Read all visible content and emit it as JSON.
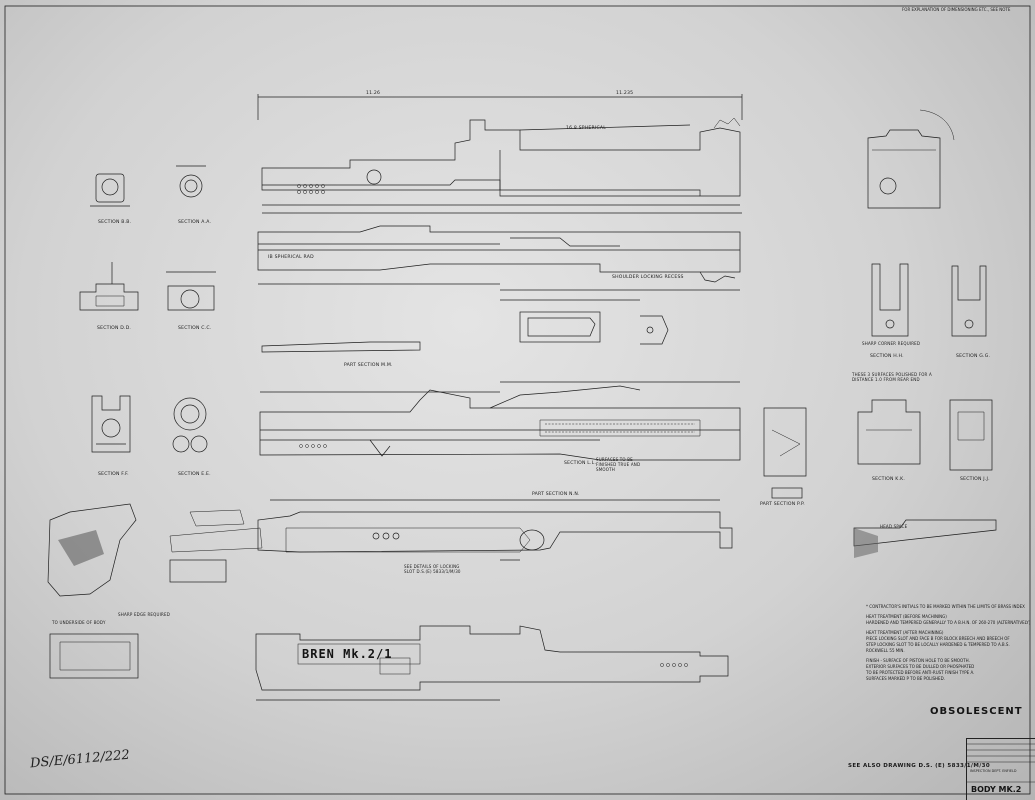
{
  "sheet": {
    "top_note": "FOR EXPLANATION OF DIMENSIONING ETC., SEE NOTE",
    "obsolete_stamp": "OBSOLESCENT",
    "see_also": "SEE ALSO DRAWING  D.S. (E) 5833/1/M/30",
    "handwritten_ref": "DS/E/6112/222",
    "engraving": "BREN Mk.2/1",
    "title_block": {
      "firm": "INSPECTION DEPT.  ENFIELD",
      "part_name": "BODY MK.2"
    }
  },
  "sections": {
    "bb": "SECTION B.B.",
    "aa": "SECTION A.A.",
    "dd": "SECTION D.D.",
    "cc": "SECTION C.C.",
    "ff": "SECTION F.F.",
    "ee": "SECTION E.E.",
    "hh": "SECTION H.H.",
    "gg": "SECTION G.G.",
    "kk": "SECTION K.K.",
    "jj": "SECTION J.J.",
    "ll": "SECTION L.L.",
    "mm": "PART SECTION M.M.",
    "nn": "PART SECTION N.N.",
    "pp": "PART SECTION P.P."
  },
  "annotations": {
    "sharp_corner": "SHARP CORNER REQUIRED",
    "sharp_edge": "SHARP EDGE REQUIRED",
    "underside": "TO UNDERSIDE OF BODY",
    "surfaces_smooth": "SURFACES TO BE FINISHED TRUE AND SMOOTH",
    "polished": "THESE 3 SURFACES POLISHED FOR A DISTANCE 1.0 FROM REAR END",
    "head_space": "HEAD SPACE",
    "spherical_1": "16.8 SPHERICAL",
    "spherical_2": "IB SPHERICAL RAD",
    "locking_recess": "SHOULDER LOCKING RECESS",
    "see_details": "SEE DETAILS OF LOCKING SLOT D.S.(E) 5833/1/M/30",
    "dim_top_1": "11.26",
    "dim_top_2": "11.235"
  },
  "notes": [
    "* CONTRACTOR'S INITIALS TO BE MARKED WITHIN THE LIMITS OF BRASS INDEX",
    "HEAT TREATMENT (BEFORE MACHINING)",
    "HARDENED AND TEMPERED GENERALLY TO A B.H.N. OF 260-270 (ALTERNATIVELY)",
    "HEAT TREATMENT (AFTER MACHINING)",
    "PIECE LOCKING SLOT AND FACE B FOR BLOCK BREECH AND BREECH OF",
    "STEP LOCKING SLOT TO BE LOCALLY HARDENED & TEMPERED TO A.B.S.",
    "ROCKWELL 55 MIN.",
    "FINISH - SURFACE OF PISTON HOLE TO BE SMOOTH.",
    "EXTERIOR SURFACES TO BE DULLED OR PHOSPHATED",
    "TO BE PROTECTED BEFORE ANTI-RUST FINISH TYPE A.",
    "SURFACES MARKED P TO BE POLISHED."
  ],
  "colors": {
    "ink": "#1a1a1a",
    "paper": "#d8d8d8"
  }
}
